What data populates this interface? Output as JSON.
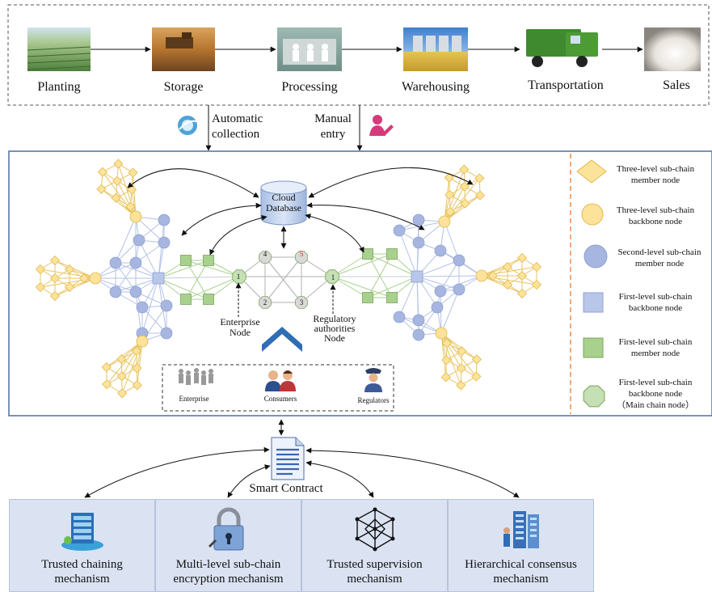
{
  "stages": [
    {
      "name": "Planting",
      "icon": "rice-field-photo"
    },
    {
      "name": "Storage",
      "icon": "harvester-photo"
    },
    {
      "name": "Processing",
      "icon": "factory-photo"
    },
    {
      "name": "Warehousing",
      "icon": "silo-photo"
    },
    {
      "name": "Transportation",
      "icon": "truck-photo"
    },
    {
      "name": "Sales",
      "icon": "rice-grain-photo"
    }
  ],
  "inputs": {
    "automatic": "Automatic collection",
    "automatic_l1": "Automatic",
    "automatic_l2": "collection",
    "manual_l1": "Manual",
    "manual_l2": "entry"
  },
  "network": {
    "cloud_l1": "Cloud",
    "cloud_l2": "Database",
    "enterprise_node_l1": "Enterprise",
    "enterprise_node_l2": "Node",
    "regulatory_l1": "Regulatory",
    "regulatory_l2": "authorities",
    "regulatory_l3": "Node",
    "main_nodes": [
      "1",
      "2",
      "3",
      "4",
      "5",
      "1"
    ],
    "users": [
      "Enterprise",
      "Consumers",
      "Regulators"
    ]
  },
  "legend": [
    {
      "shape": "diamond",
      "l1": "Three-level sub-chain",
      "l2": "member node",
      "color": "#fde39a"
    },
    {
      "shape": "circle",
      "l1": "Three-level sub-chain",
      "l2": "backbone node",
      "color": "#fde39a"
    },
    {
      "shape": "circle",
      "l1": "Second-level sub-chain",
      "l2": "member node",
      "color": "#a6b6e0"
    },
    {
      "shape": "square",
      "l1": "First-level sub-chain",
      "l2": "backbone node",
      "color": "#b8c6ea"
    },
    {
      "shape": "square",
      "l1": "First-level sub-chain",
      "l2": "member node",
      "color": "#a9d18e"
    },
    {
      "shape": "octagon",
      "l1": "First-level sub-chain",
      "l2": "backbone node",
      "l3": "（Main chain node）",
      "color": "#c5e0b4"
    }
  ],
  "contract": "Smart Contract",
  "mechanisms": [
    {
      "l1": "Trusted chaining",
      "l2": "mechanism",
      "icon": "server-stack-icon"
    },
    {
      "l1": "Multi-level sub-chain",
      "l2": "encryption mechanism",
      "icon": "padlock-icon"
    },
    {
      "l1": "Trusted supervision",
      "l2": "mechanism",
      "icon": "network-polytope-icon"
    },
    {
      "l1": "Hierarchical consensus",
      "l2": "mechanism",
      "icon": "data-center-icon"
    }
  ],
  "colors": {
    "yellow": "#fde39a",
    "blue": "#a6b6e0",
    "green": "#a9d18e",
    "panel": "#dbe3f3",
    "frame": "#4f6fa0",
    "divider": "#ed7d31"
  }
}
